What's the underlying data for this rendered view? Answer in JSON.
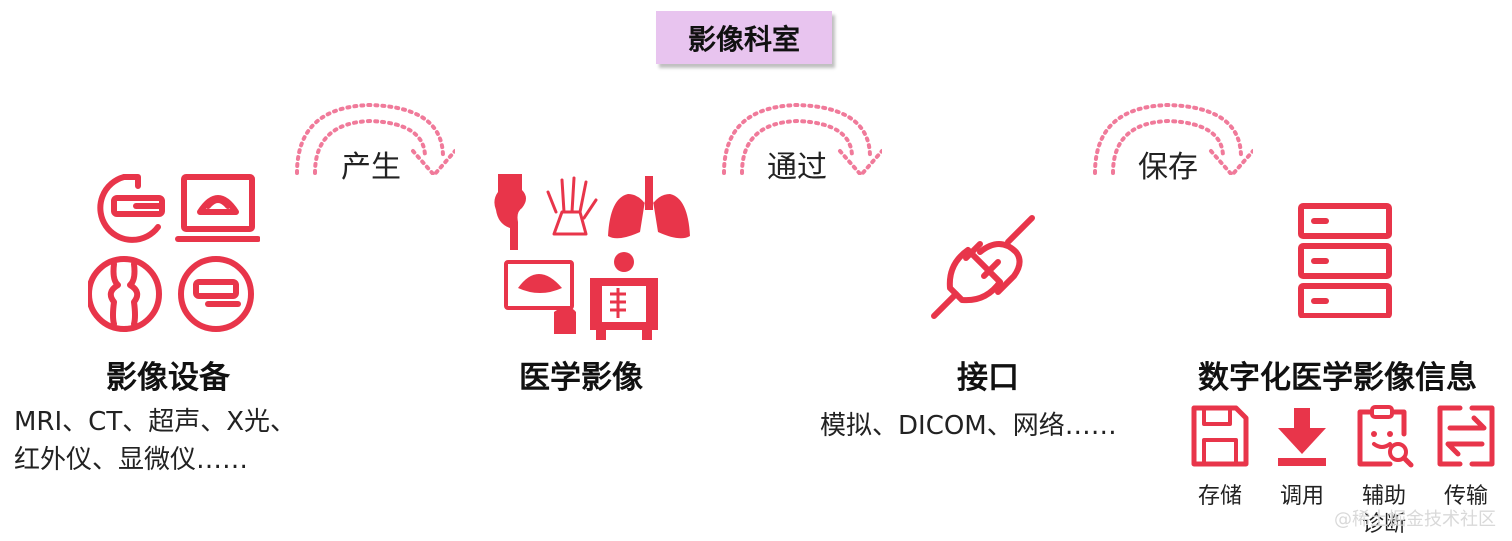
{
  "title": "影像科室",
  "arrows": [
    {
      "label": "产生"
    },
    {
      "label": "通过"
    },
    {
      "label": "保存"
    }
  ],
  "stages": [
    {
      "heading": "影像设备",
      "desc_lines": [
        "MRI、CT、超声、X光、",
        "红外仪、显微仪……"
      ]
    },
    {
      "heading": "医学影像"
    },
    {
      "heading": "接口",
      "desc_lines": [
        "模拟、DICOM、网络……"
      ]
    },
    {
      "heading": "数字化医学影像信息"
    }
  ],
  "storage_functions": [
    {
      "label": "存储",
      "icon": "floppy-disk-icon"
    },
    {
      "label": "调用",
      "icon": "download-icon"
    },
    {
      "label": "辅助诊断",
      "label_lines": [
        "辅助",
        "诊断"
      ],
      "icon": "clipboard-search-icon"
    },
    {
      "label": "传输",
      "icon": "transfer-icon"
    }
  ],
  "watermark": "@稀土掘金技术社区",
  "colors": {
    "accent": "#e8354a",
    "arrow": "#f07a9a",
    "title_bg": "#e8c4ef"
  }
}
